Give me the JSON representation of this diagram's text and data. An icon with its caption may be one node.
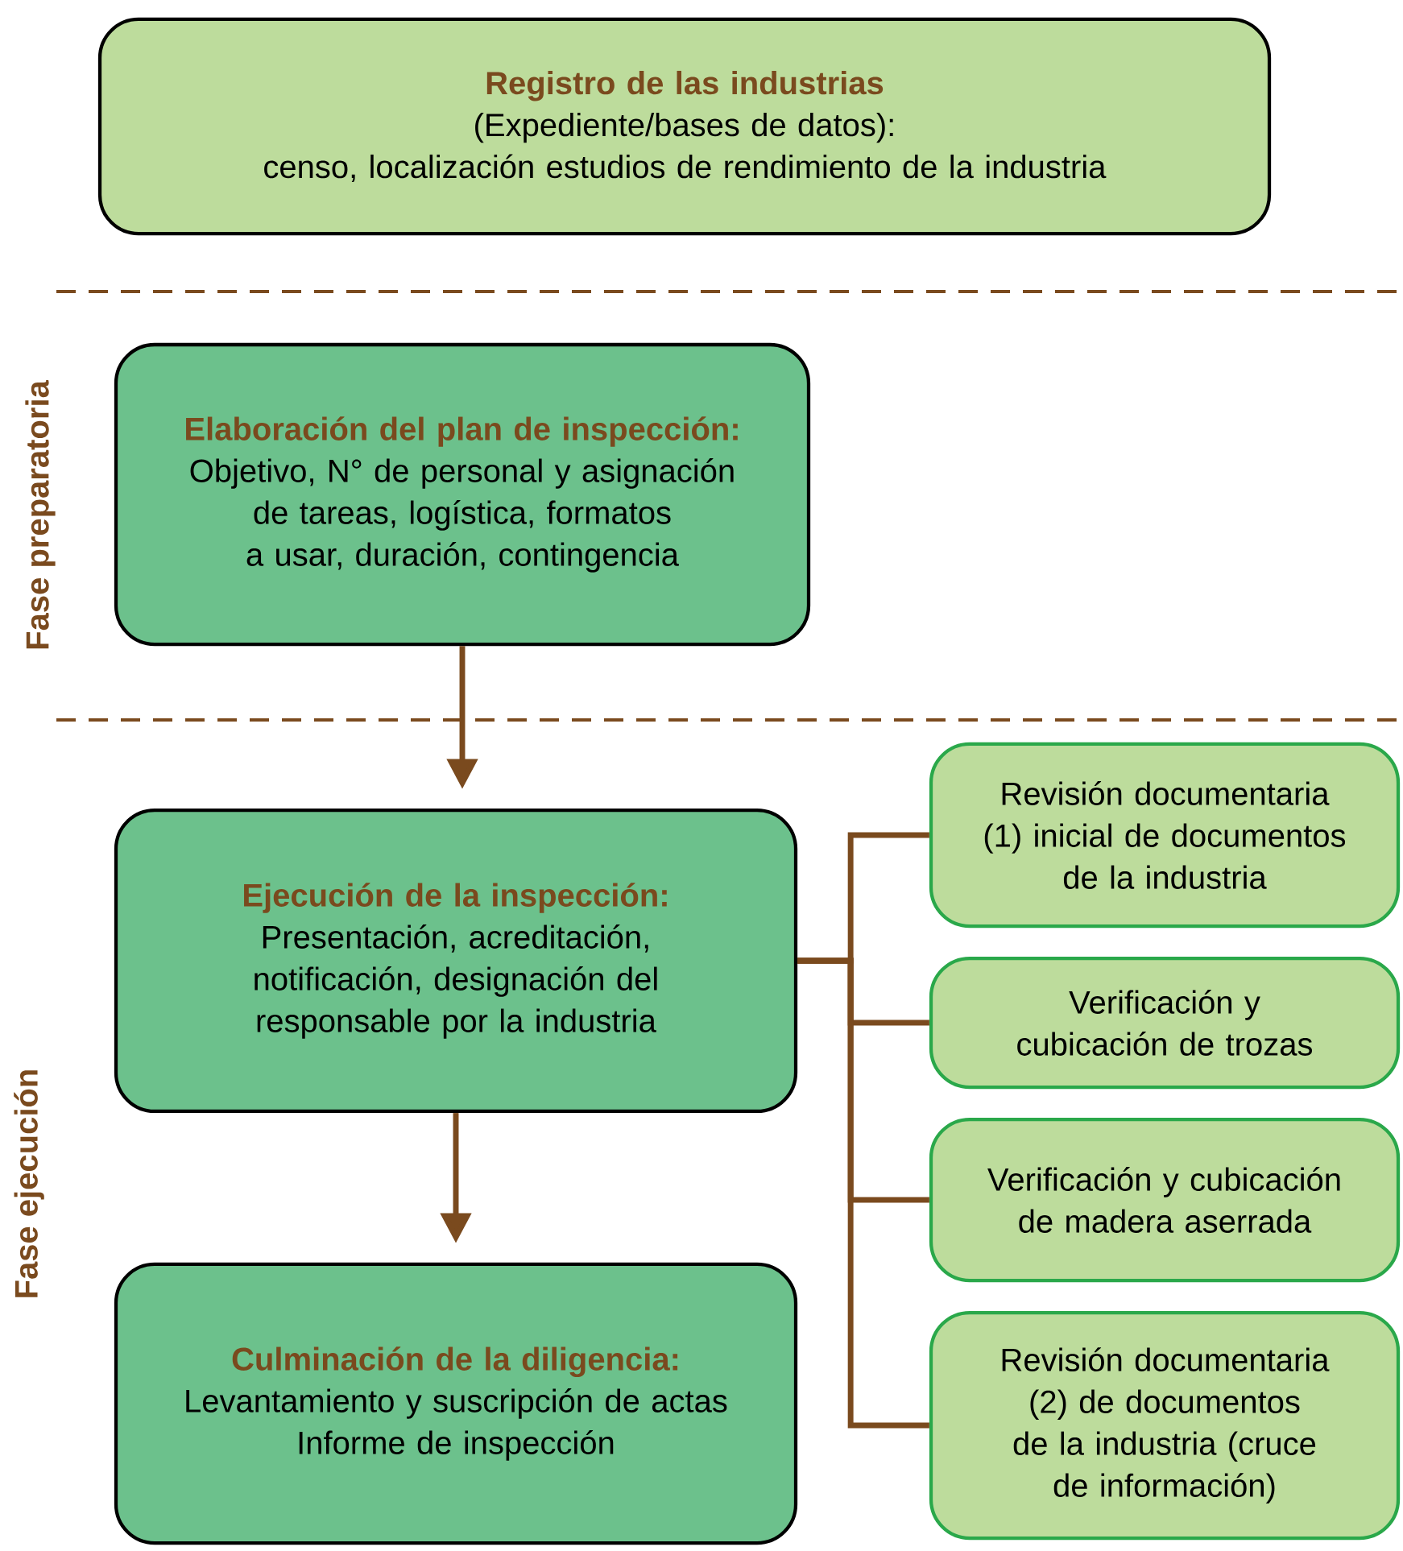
{
  "diagram": {
    "nodes": [
      {
        "text": [
          "Registro de las industrias",
          "(Expediente/bases de datos):",
          "censo, localización estudios de rendimiento de la industria"
        ]
      },
      {
        "text": [
          "Elaboración del plan de inspección:",
          "Objetivo, N° de personal y asignación de tareas, logística, formatos a usar, duración, contingencia"
        ]
      },
      {
        "text": [
          "Ejecución de la inspección:",
          "Presentación, acreditación, notificación, designación del responsable por la industria"
        ]
      },
      {
        "text": [
          "Culminación de la diligencia:",
          "Levantamiento y suscripción de actas",
          "Informe de inspección"
        ]
      },
      {
        "text": [
          "Revisión documentaria (1) inicial de documentos de la industria"
        ]
      },
      {
        "text": [
          "Verificación y cubicación de trozas"
        ]
      },
      {
        "text": [
          "Verificación y cubicación de madera aserrada"
        ]
      },
      {
        "text": [
          "Revisión documentaria (2) de documentos de la industria (cruce de información)"
        ]
      }
    ],
    "edges": [
      {
        "from": 1,
        "to": 2,
        "arrow": "to"
      },
      {
        "from": 2,
        "to": 3,
        "arrow": "to"
      },
      {
        "from": 2,
        "to": 4,
        "arrow": "none"
      },
      {
        "from": 2,
        "to": 5,
        "arrow": "none"
      },
      {
        "from": 2,
        "to": 6,
        "arrow": "none"
      },
      {
        "from": 2,
        "to": 7,
        "arrow": "none"
      }
    ],
    "labels": [
      "Fase preparatoria",
      "Fase ejecución"
    ]
  }
}
